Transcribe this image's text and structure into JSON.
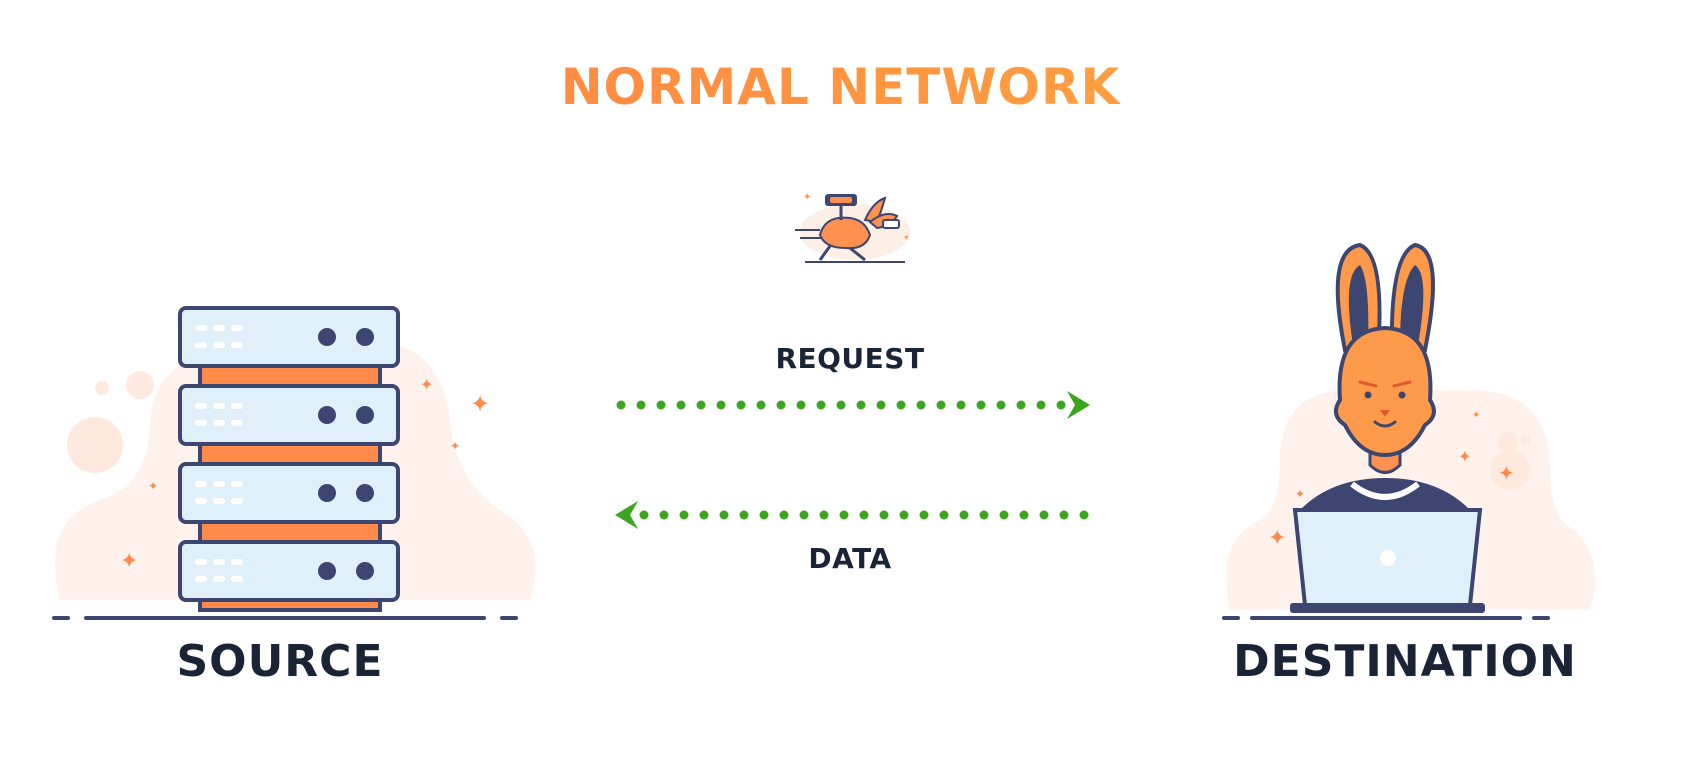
{
  "title": "NORMAL NETWORK",
  "source": {
    "label": "SOURCE",
    "icon": "server-rack-icon"
  },
  "destination": {
    "label": "DESTINATION",
    "icon": "rabbit-with-laptop-icon"
  },
  "flows": {
    "request": {
      "label": "REQUEST",
      "direction": "source-to-destination"
    },
    "data": {
      "label": "DATA",
      "direction": "destination-to-source"
    }
  },
  "mascot": {
    "icon": "running-rabbit-courier-icon"
  },
  "colors": {
    "title_gradient_start": "#ff7a45",
    "title_gradient_end": "#ffb347",
    "arrow_green": "#3aa51d",
    "dark_navy": "#1b2437",
    "outline": "#3d4670",
    "server_face": "#dff0fb",
    "accent_orange": "#ff8a4a"
  }
}
